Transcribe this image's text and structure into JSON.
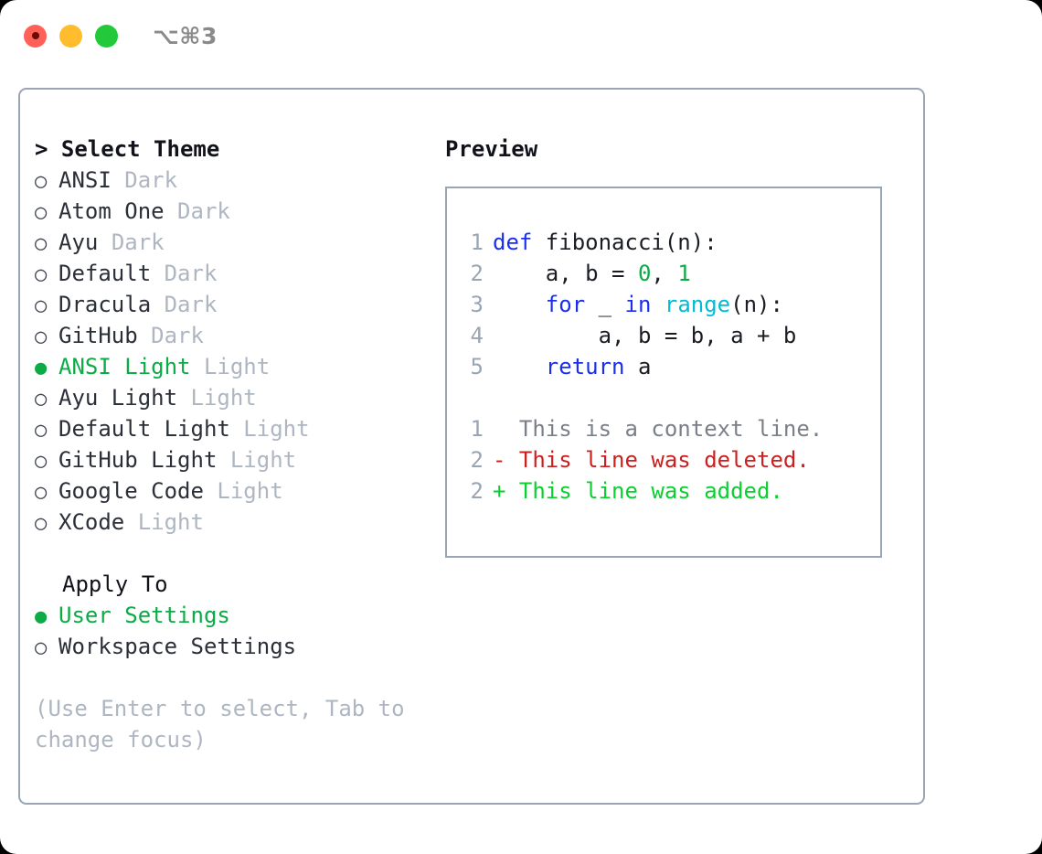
{
  "window": {
    "title": "⌥⌘3",
    "traffic_lights": [
      {
        "name": "close",
        "color": "#ff6159"
      },
      {
        "name": "minimize",
        "color": "#ffbd2e"
      },
      {
        "name": "maximize",
        "color": "#21c93b"
      }
    ]
  },
  "colors": {
    "selected_green": "#0bab45",
    "tag_gray": "#aeb6c2",
    "border": "#9aa5b4",
    "keyword_blue": "#1a2ef0",
    "function_cyan": "#00bcd4",
    "number_green": "#0bab45",
    "diff_delete_red": "#cc1f1f",
    "diff_add_green": "#0ad02f",
    "text": "#2b2f38"
  },
  "theme_picker": {
    "caret": "> ",
    "heading": "Select Theme",
    "bullet_unselected": "○",
    "bullet_selected": "●",
    "items": [
      {
        "label": "ANSI",
        "tag": "Dark",
        "selected": false
      },
      {
        "label": "Atom One",
        "tag": "Dark",
        "selected": false
      },
      {
        "label": "Ayu",
        "tag": "Dark",
        "selected": false
      },
      {
        "label": "Default",
        "tag": "Dark",
        "selected": false
      },
      {
        "label": "Dracula",
        "tag": "Dark",
        "selected": false
      },
      {
        "label": "GitHub",
        "tag": "Dark",
        "selected": false
      },
      {
        "label": "ANSI Light",
        "tag": "Light",
        "selected": true
      },
      {
        "label": "Ayu Light",
        "tag": "Light",
        "selected": false
      },
      {
        "label": "Default Light",
        "tag": "Light",
        "selected": false
      },
      {
        "label": "GitHub Light",
        "tag": "Light",
        "selected": false
      },
      {
        "label": "Google Code",
        "tag": "Light",
        "selected": false
      },
      {
        "label": "XCode",
        "tag": "Light",
        "selected": false
      }
    ]
  },
  "apply_to": {
    "heading": "Apply To",
    "options": [
      {
        "label": "User Settings",
        "selected": true
      },
      {
        "label": "Workspace Settings",
        "selected": false
      }
    ]
  },
  "hint": "(Use Enter to select, Tab to change focus)",
  "preview": {
    "heading": "Preview",
    "code_lines": [
      {
        "num": "1",
        "tokens": [
          {
            "t": "def",
            "c": "kw"
          },
          {
            "t": " fibonacci(n):",
            "c": "txt"
          }
        ]
      },
      {
        "num": "2",
        "tokens": [
          {
            "t": "    a, b = ",
            "c": "txt"
          },
          {
            "t": "0",
            "c": "num"
          },
          {
            "t": ", ",
            "c": "txt"
          },
          {
            "t": "1",
            "c": "num"
          }
        ]
      },
      {
        "num": "3",
        "tokens": [
          {
            "t": "    ",
            "c": "txt"
          },
          {
            "t": "for",
            "c": "kw"
          },
          {
            "t": " _ ",
            "c": "txt"
          },
          {
            "t": "in",
            "c": "kw"
          },
          {
            "t": " ",
            "c": "txt"
          },
          {
            "t": "range",
            "c": "fn"
          },
          {
            "t": "(n):",
            "c": "txt"
          }
        ]
      },
      {
        "num": "4",
        "tokens": [
          {
            "t": "        a, b = b, a + b",
            "c": "txt"
          }
        ]
      },
      {
        "num": "5",
        "tokens": [
          {
            "t": "    ",
            "c": "txt"
          },
          {
            "t": "return",
            "c": "kw"
          },
          {
            "t": " a",
            "c": "txt"
          }
        ]
      }
    ],
    "diff_lines": [
      {
        "num": "1",
        "marker": "  ",
        "text": "This is a context line.",
        "kind": "ctx"
      },
      {
        "num": "2",
        "marker": "- ",
        "text": "This line was deleted.",
        "kind": "del"
      },
      {
        "num": "2",
        "marker": "+ ",
        "text": "This line was added.",
        "kind": "add"
      }
    ]
  }
}
